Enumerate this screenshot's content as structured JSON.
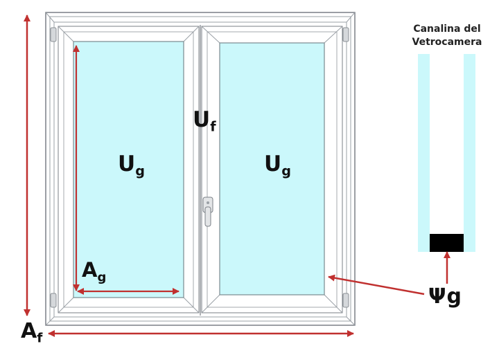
{
  "labels": {
    "ug_left": {
      "main": "U",
      "sub": "g"
    },
    "ug_right": {
      "main": "U",
      "sub": "g"
    },
    "uf": {
      "main": "U",
      "sub": "f"
    },
    "ag": {
      "main": "A",
      "sub": "g"
    },
    "af": {
      "main": "A",
      "sub": "f"
    },
    "psi": {
      "main": "Ψg"
    }
  },
  "spacer_caption": {
    "line1": "Canalina del",
    "line2": "Vetrocamera"
  },
  "colors": {
    "glass": "#cbf8fb",
    "frame": "#ffffff",
    "frame_stroke": "#7a7f86",
    "arrow": "#c0302f",
    "spacer": "#000000",
    "hinge": "#d5d8db"
  },
  "icons": {
    "handle": "window-handle-icon",
    "hinge": "hinge-icon"
  }
}
